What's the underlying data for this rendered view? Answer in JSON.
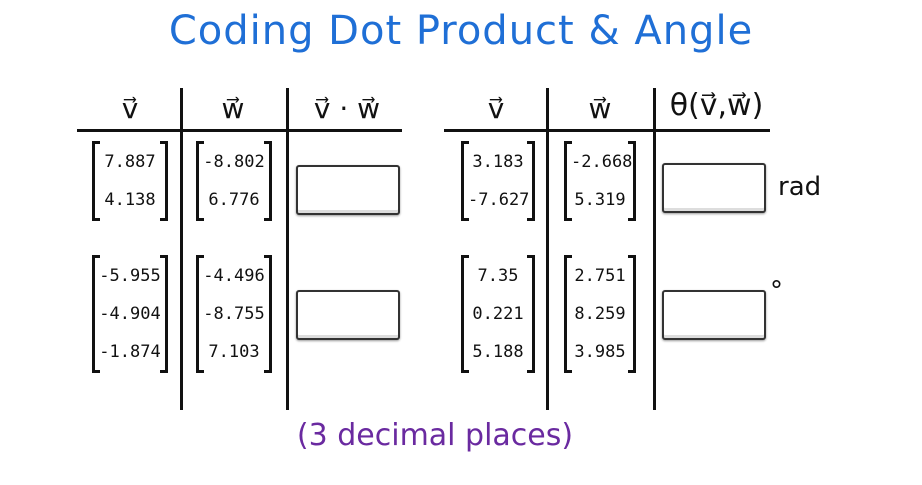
{
  "title": "Coding Dot Product & Angle",
  "note": "(3 decimal places)",
  "left_table": {
    "headers": [
      "v⃗",
      "w⃗",
      "v⃗ · w⃗"
    ],
    "rows": [
      {
        "v": [
          "7.887",
          "4.138"
        ],
        "w": [
          "-8.802",
          "6.776"
        ],
        "answer": ""
      },
      {
        "v": [
          "-5.955",
          "-4.904",
          "-1.874"
        ],
        "w": [
          "-4.496",
          "-8.755",
          "7.103"
        ],
        "answer": ""
      }
    ]
  },
  "right_table": {
    "headers": [
      "v⃗",
      "w⃗",
      "θ(v⃗,w⃗)"
    ],
    "rows": [
      {
        "v": [
          "3.183",
          "-7.627"
        ],
        "w": [
          "-2.668",
          "5.319"
        ],
        "answer": "",
        "unit": "rad"
      },
      {
        "v": [
          "7.35",
          "0.221",
          "5.188"
        ],
        "w": [
          "2.751",
          "8.259",
          "3.985"
        ],
        "answer": "",
        "unit": "°"
      }
    ]
  }
}
